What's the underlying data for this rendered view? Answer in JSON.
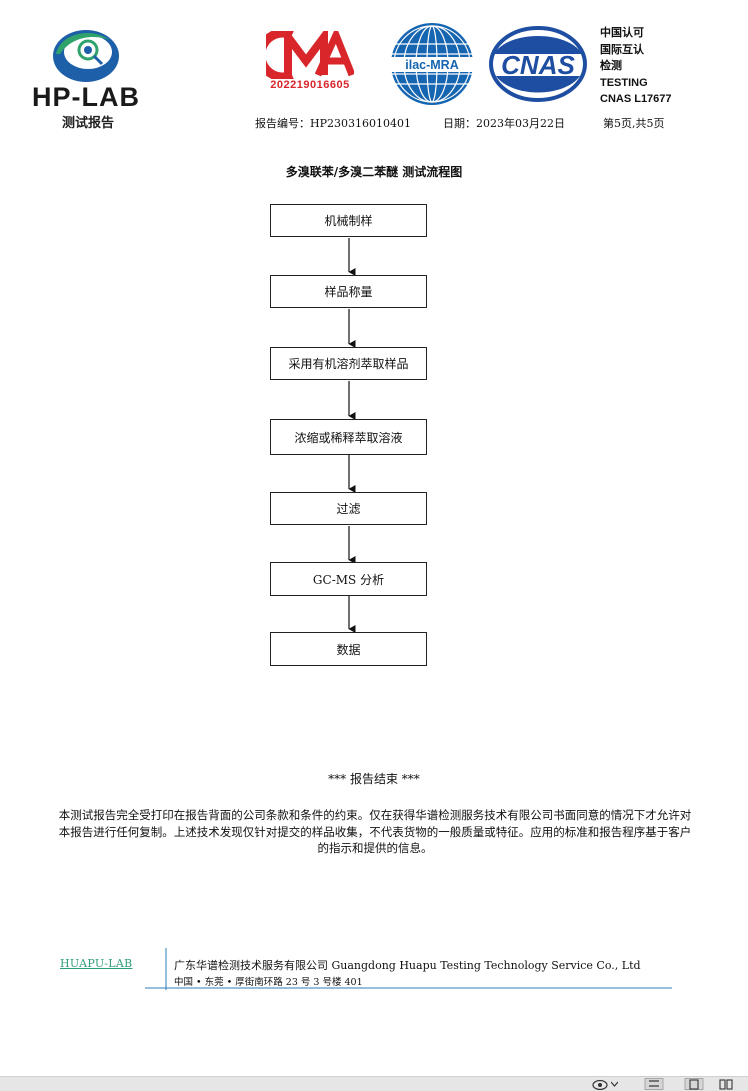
{
  "header": {
    "logo_name": "HP-LAB",
    "logo_subtitle": "测试报告",
    "cma_logo_text": "CMA",
    "cma_number": "202219016605",
    "ilac_logo_text": "ilac-MRA",
    "cnas_logo_text": "CNAS",
    "cnas_lines": [
      "中国认可",
      "国际互认",
      "检测",
      "TESTING",
      "CNAS L17677"
    ],
    "report_no": "报告编号：HP230316010401",
    "date": "日期：2023年03月22日",
    "page": "第5页,共5页"
  },
  "title": "多溴联苯/多溴二苯醚 测试流程图",
  "flow_steps": [
    "机械制样",
    "样品称量",
    "采用有机溶剂萃取样品",
    "浓缩或稀释萃取溶液",
    "过滤",
    "GC-MS 分析",
    "数据"
  ],
  "end_text": "***  报告结束  ***",
  "notice": "本测试报告完全受打印在报告背面的公司条款和条件的约束。仅在获得华谱检测服务技术有限公司书面同意的情况下才允许对本报告进行任何复制。上述技术发现仅针对提交的样品收集，不代表货物的一般质量或特征。应用的标准和报告程序基于客户的指示和提供的信息。",
  "footer": {
    "brand": "HUAPU-LAB",
    "company": "广东华谱检测技术服务有限公司 Guangdong Huapu Testing Technology Service Co., Ltd",
    "address": "中国 • 东莞 • 厚街南环路 23 号 3 号楼 401"
  },
  "colors": {
    "cma_red": "#d8262b",
    "ilac_blue": "#1565b0",
    "cnas_blue": "#1d4ea1",
    "logo_green": "#2fa36b",
    "logo_blue": "#1d5fa8",
    "footer_line": "#2b7fb8"
  }
}
